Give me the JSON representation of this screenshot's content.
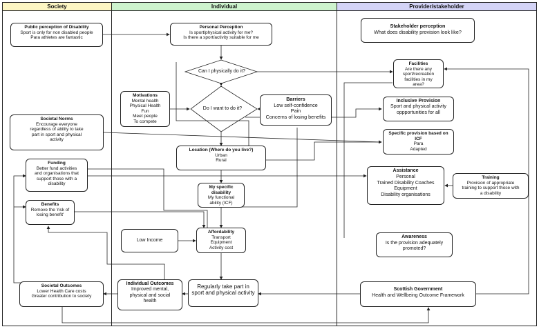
{
  "lanes": {
    "society": "Society",
    "individual": "Individual",
    "provider": "Provider/stakeholder"
  },
  "nodes": {
    "public_perception": {
      "title": "Public perception of Disability",
      "lines": [
        "Sport is only for non disabled people",
        "Para athletes are fantastic"
      ]
    },
    "personal_perception": {
      "title": "Personal Perception",
      "lines": [
        "Is sport/physical activity for me?",
        "Is there a sport/activity suitable for me"
      ]
    },
    "stakeholder_perception": {
      "title": "Stakeholder perception",
      "lines": [
        "What does disability provision look like?"
      ]
    },
    "physically_do": {
      "text": "Can I physically do it?"
    },
    "want_to_do": {
      "text": "Do I want to do it?"
    },
    "facilities": {
      "title": "Facilities",
      "lines": [
        "Are there any",
        "sport/recreation",
        "facilities in my",
        "area?"
      ]
    },
    "motivations": {
      "title": "Motivations",
      "lines": [
        "Mental health",
        "Physical Health",
        "Fun",
        "Meet people",
        "To compete"
      ]
    },
    "barriers": {
      "title": "Barriers",
      "lines": [
        "Low self-confidence",
        "Pain",
        "Concerns of losing benefits"
      ]
    },
    "inclusive_provision": {
      "title": "Inclusive Provision",
      "lines": [
        "Sport and physical activity",
        "oppportunities for all"
      ]
    },
    "societal_norms": {
      "title": "Societal Norms",
      "lines": [
        "Encourage everyone",
        "regardless of ability to take",
        "part in sport and physical",
        "activity"
      ]
    },
    "specific_provision": {
      "title": "Specific provision based on ICF",
      "lines": [
        "Para",
        "Adapted"
      ]
    },
    "location": {
      "title": "Location (Where do you live?)",
      "lines": [
        "Urban",
        "Rural"
      ]
    },
    "funding": {
      "title": "Funding",
      "lines": [
        "Better fund activities",
        "and organisations that",
        "support those with a",
        "disability"
      ]
    },
    "assistance": {
      "title": "Assistance",
      "lines": [
        "Personal",
        "Trained Disability Coaches",
        "Equipment",
        "Disability organisations"
      ]
    },
    "training": {
      "title": "Training",
      "lines": [
        "Provision of appropriate",
        "training to support those with",
        "a disability"
      ]
    },
    "specific_disability": {
      "title": "My specific disability",
      "lines": [
        "My functional",
        "ability (ICF)"
      ]
    },
    "benefits": {
      "title": "Benefits",
      "lines": [
        "Remove the 'risk of",
        "losing benefit'"
      ]
    },
    "low_income": {
      "text": "Low Income"
    },
    "affordability": {
      "title": "Affordability",
      "lines": [
        "Transport",
        "Equipment",
        "Activity cost"
      ]
    },
    "awareness": {
      "title": "Awareness",
      "lines": [
        "Is the provision adequately",
        "promoted?"
      ]
    },
    "societal_outcomes": {
      "title": "Societal Outcomes",
      "lines": [
        "Lower Health Care costs",
        "Greater contribution to society"
      ]
    },
    "individual_outcomes": {
      "title": "Individual Outcomes",
      "lines": [
        "Improved mental,",
        "physical and social",
        "health"
      ]
    },
    "regularly": {
      "text": "Regularly take part in sport and physical activity"
    },
    "scottish_gov": {
      "title": "Scottish Government",
      "lines": [
        "Health and Wellbeing Outcome Framework"
      ]
    }
  },
  "colors": {
    "society_header": "#fdf6c3",
    "individual_header": "#cdf3cd",
    "provider_header": "#d4d4f7"
  }
}
